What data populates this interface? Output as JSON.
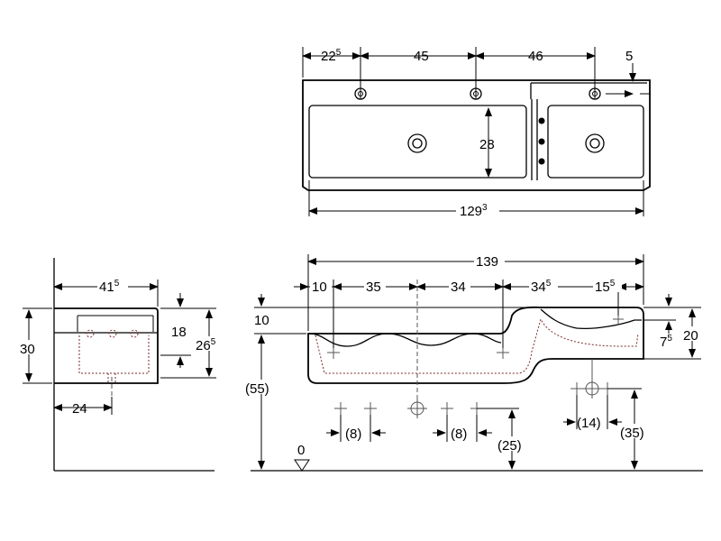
{
  "top_view": {
    "dims": {
      "d1_base": "22",
      "d1_sup": "5",
      "d2": "45",
      "d3": "46",
      "d4": "5",
      "d5": "28",
      "d6_base": "129",
      "d6_sup": "3"
    }
  },
  "side_view": {
    "dims": {
      "w_base": "41",
      "w_sup": "5",
      "h30": "30",
      "h18": "18",
      "h26_base": "26",
      "h26_sup": "5",
      "d24": "24"
    }
  },
  "front_view": {
    "dims": {
      "total": "139",
      "s10": "10",
      "s35": "35",
      "s34": "34",
      "s34b_base": "34",
      "s34b_sup": "5",
      "s15_base": "15",
      "s15_sup": "5",
      "v10": "10",
      "v55": "(55)",
      "v0": "0",
      "v7_base": "7",
      "v7_sup": "5",
      "v20": "20",
      "h8a": "(8)",
      "h8b": "(8)",
      "v25": "(25)",
      "h14": "(14)",
      "v35": "(35)"
    }
  }
}
